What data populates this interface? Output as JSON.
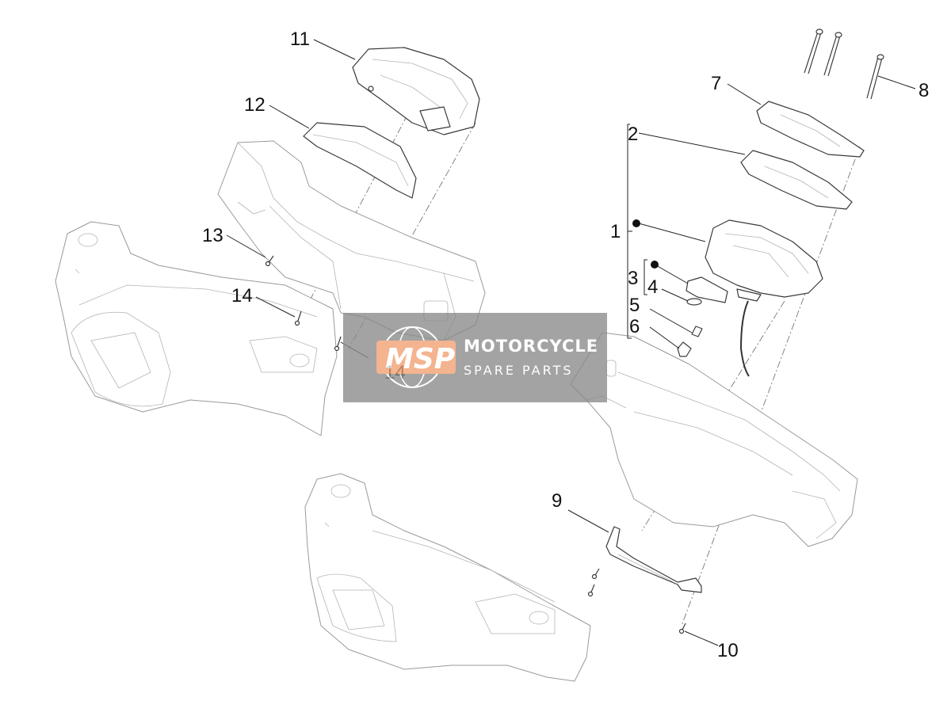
{
  "callouts": {
    "c1": "1",
    "c2": "2",
    "c3": "3",
    "c4": "4",
    "c5": "5",
    "c6": "6",
    "c7": "7",
    "c8": "8",
    "c9": "9",
    "c10": "10",
    "c11": "11",
    "c12": "12",
    "c13": "13",
    "c14a": "14",
    "c14b": "14"
  },
  "watermark": {
    "logo": "MSP",
    "line1": "MOTORCYCLE",
    "line2": "SPARE PARTS",
    "accent": "#f0a070",
    "panel": "#8a8a8a"
  }
}
